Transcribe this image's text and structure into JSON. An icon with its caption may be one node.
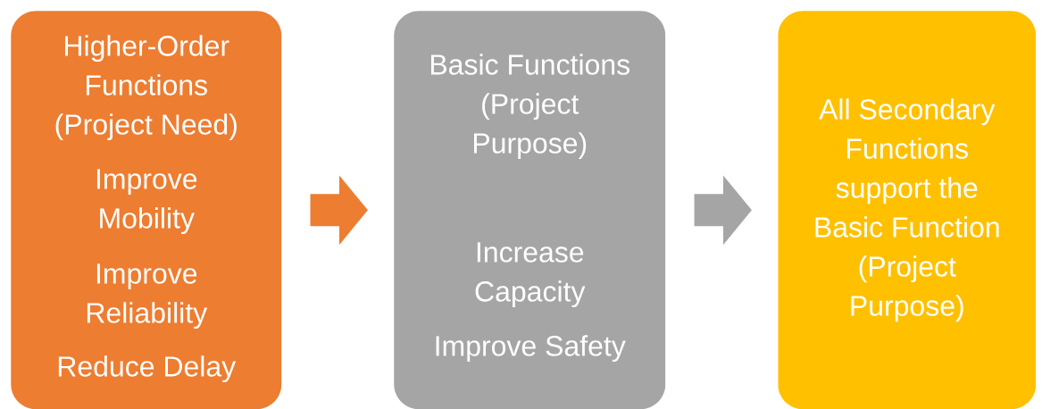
{
  "diagram": {
    "nodes": [
      {
        "text": [
          "Higher-Order Functions (Project Need)",
          "Improve Mobility",
          "Improve Reliability",
          "Reduce Delay"
        ]
      },
      {
        "text": [
          "Basic Functions (Project Purpose)",
          "Increase Capacity",
          "Improve Safety"
        ]
      },
      {
        "text": [
          "All Secondary Functions support the Basic Function (Project Purpose)"
        ]
      }
    ],
    "edges": [
      {
        "from": 0,
        "to": 1,
        "arrow": "to",
        "color": "#ed7d31"
      },
      {
        "from": 1,
        "to": 2,
        "arrow": "to",
        "color": "#a5a5a5"
      }
    ]
  }
}
